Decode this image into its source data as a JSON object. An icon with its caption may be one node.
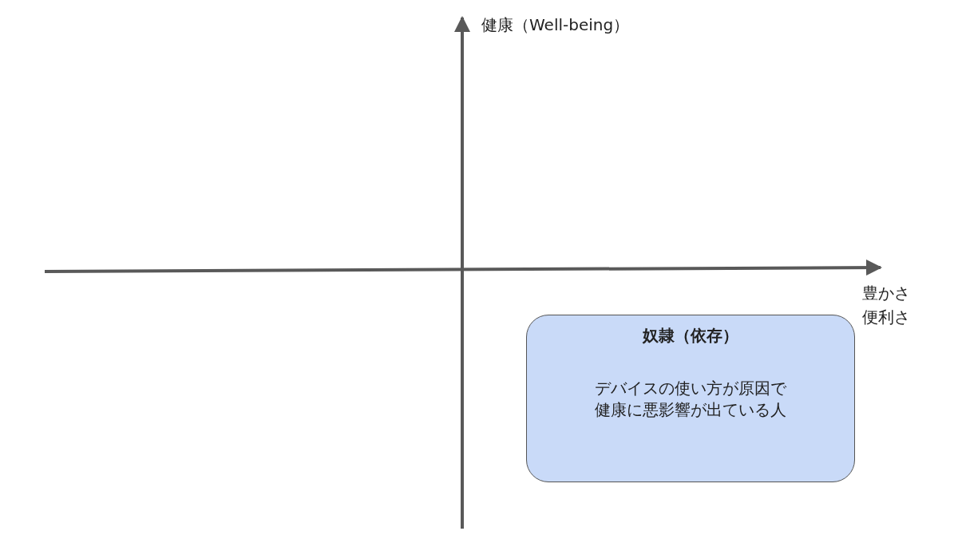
{
  "diagram": {
    "nodes": [
      {
        "text": [
          "奴隷（依存）",
          "デバイスの使い方が原因で健康に悪影響が出ている人"
        ]
      }
    ],
    "edges": [],
    "labels": [
      "健康（Well-being）",
      "豊かさ",
      "便利さ"
    ]
  }
}
